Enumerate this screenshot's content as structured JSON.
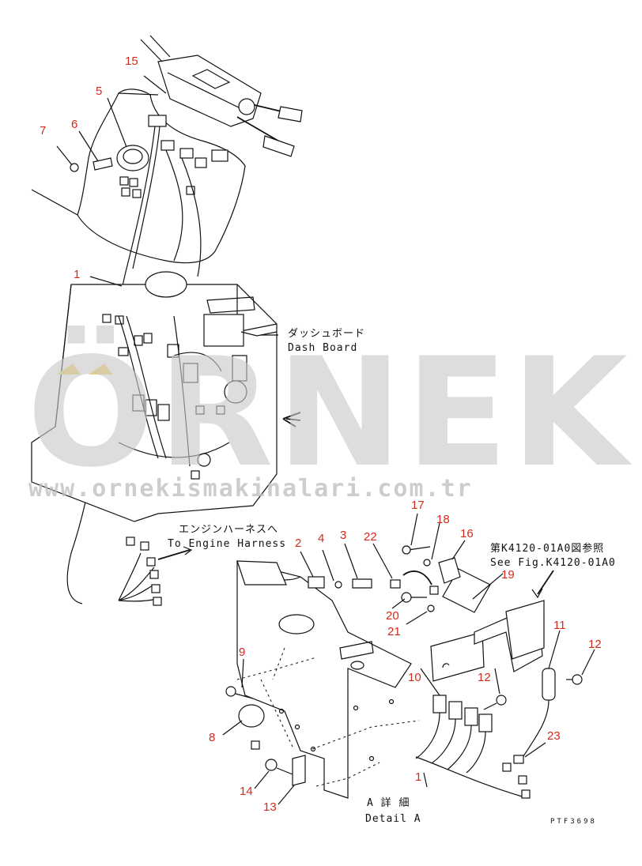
{
  "callouts": [
    {
      "id": "15",
      "label": "15"
    },
    {
      "id": "5",
      "label": "5"
    },
    {
      "id": "6",
      "label": "6"
    },
    {
      "id": "7",
      "label": "7"
    },
    {
      "id": "1a",
      "label": "1"
    },
    {
      "id": "17",
      "label": "17"
    },
    {
      "id": "18",
      "label": "18"
    },
    {
      "id": "16",
      "label": "16"
    },
    {
      "id": "2",
      "label": "2"
    },
    {
      "id": "4",
      "label": "4"
    },
    {
      "id": "3",
      "label": "3"
    },
    {
      "id": "22",
      "label": "22"
    },
    {
      "id": "19",
      "label": "19"
    },
    {
      "id": "20",
      "label": "20"
    },
    {
      "id": "21",
      "label": "21"
    },
    {
      "id": "9",
      "label": "9"
    },
    {
      "id": "10",
      "label": "10"
    },
    {
      "id": "11",
      "label": "11"
    },
    {
      "id": "12a",
      "label": "12"
    },
    {
      "id": "12b",
      "label": "12"
    },
    {
      "id": "23",
      "label": "23"
    },
    {
      "id": "8",
      "label": "8"
    },
    {
      "id": "14",
      "label": "14"
    },
    {
      "id": "13",
      "label": "13"
    },
    {
      "id": "1b",
      "label": "1"
    }
  ],
  "notes": {
    "dash_jp": "ダッシュボード",
    "dash_en": "Dash Board",
    "engine_jp": "エンジンハーネスへ",
    "engine_en": "To Engine Harness",
    "see_jp": "第K4120-01A0図参照",
    "see_en": "See Fig.K4120-01A0",
    "detail_jp": "A 詳 細",
    "detail_en": "Detail A",
    "drawing_code": "PTF3698"
  },
  "watermark": {
    "brand": "ÖRNEK",
    "url": "www.ornekismakinalari.com.tr",
    "accent_color": "#f3d36b",
    "text_color": "#c9c9c9"
  },
  "colors": {
    "callout": "#d42a1e",
    "line": "#111111"
  }
}
